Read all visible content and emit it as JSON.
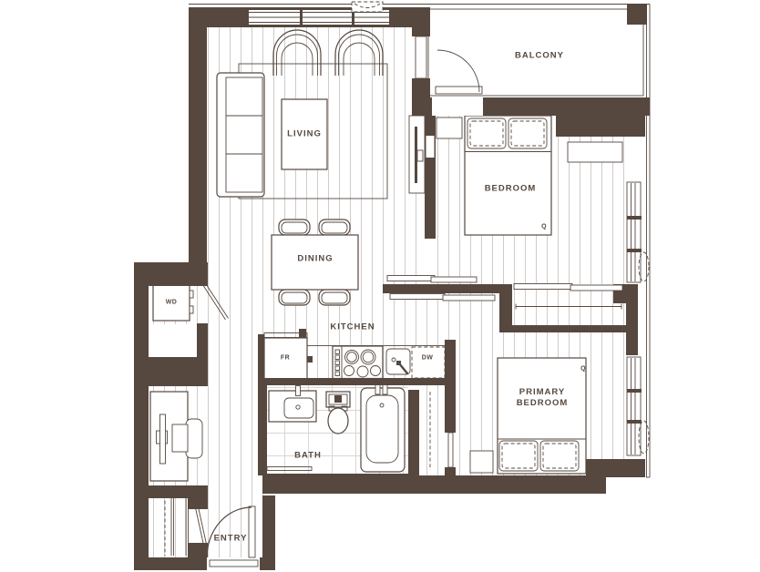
{
  "plan": {
    "type": "apartment-floor-plan",
    "colors": {
      "wall": "#56483F",
      "plank_line": "#CFCCCA",
      "tile_line": "#DAD6D3",
      "background": "#FFFFFF"
    },
    "rooms": {
      "living": "LIVING",
      "dining": "DINING",
      "kitchen": "KITCHEN",
      "bath": "BATH",
      "entry": "ENTRY",
      "balcony": "BALCONY",
      "bedroom": "BEDROOM",
      "primary_bedroom": [
        "PRIMARY",
        "BEDROOM"
      ]
    },
    "appliances": {
      "washer_dryer": "WD",
      "fridge": "FR",
      "dishwasher": "DW"
    },
    "bed_sizes": {
      "bedroom": "Q",
      "primary_bedroom": "Q"
    }
  }
}
